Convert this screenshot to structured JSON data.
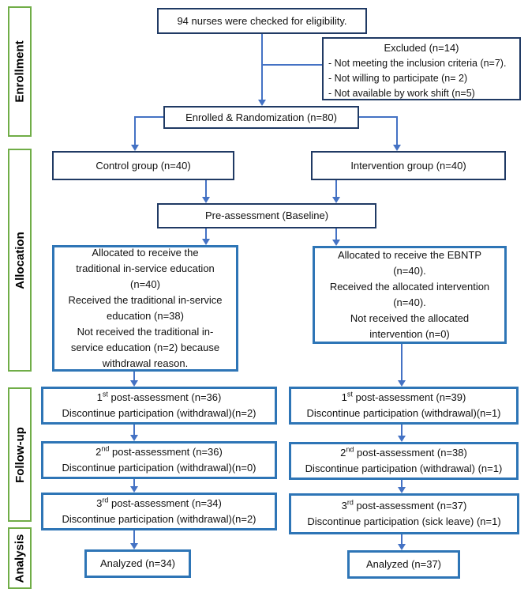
{
  "colors": {
    "connector_blue": "#4472C4",
    "dark_box_border": "#203A64",
    "light_box_border": "#2E75B6",
    "stage_label_green": "#70AD47"
  },
  "stages": [
    {
      "label": "Enrollment"
    },
    {
      "label": "Allocation"
    },
    {
      "label": "Follow-up"
    },
    {
      "label": "Analysis"
    }
  ],
  "boxes": {
    "eligibility": {
      "text": "94 nurses were checked for eligibility."
    },
    "excluded": {
      "title": "Excluded (n=14)",
      "items": [
        "- Not meeting the inclusion criteria (n=7).",
        "- Not willing to participate (n= 2)",
        "- Not available by work shift (n=5)"
      ]
    },
    "enrolled": {
      "text": "Enrolled & Randomization (n=80)"
    },
    "control": {
      "text": "Control group (n=40)"
    },
    "intervention": {
      "text": "Intervention group (n=40)"
    },
    "pre_assessment": {
      "text": "Pre-assessment (Baseline)"
    },
    "alloc_left": {
      "lines": [
        "Allocated to receive the",
        "traditional in-service education",
        "(n=40)",
        "Received the traditional in-service",
        "education (n=38)",
        "Not received the traditional in-",
        "service education (n=2) because",
        "withdrawal reason."
      ]
    },
    "alloc_right": {
      "lines": [
        "Allocated to receive the EBNTP",
        "(n=40).",
        "Received the allocated intervention",
        "(n=40).",
        "Not received the allocated",
        "intervention (n=0)"
      ]
    },
    "analyzed_left": {
      "text": "Analyzed (n=34)"
    },
    "analyzed_right": {
      "text": "Analyzed (n=37)"
    }
  },
  "followup": {
    "rows": [
      {
        "left": {
          "ord": "1",
          "sup": "st",
          "rest": " post-assessment (n=36)",
          "line2": "Discontinue participation (withdrawal)(n=2)"
        },
        "right": {
          "ord": "1",
          "sup": "st",
          "rest": " post-assessment (n=39)",
          "line2": "Discontinue participation (withdrawal)(n=1)"
        }
      },
      {
        "left": {
          "ord": "2",
          "sup": "nd",
          "rest": " post-assessment (n=36)",
          "line2": "Discontinue participation (withdrawal)(n=0)"
        },
        "right": {
          "ord": "2",
          "sup": "nd",
          "rest": " post-assessment (n=38)",
          "line2": "Discontinue participation (withdrawal) (n=1)"
        }
      },
      {
        "left": {
          "ord": "3",
          "sup": "rd",
          "rest": " post-assessment (n=34)",
          "line2": "Discontinue participation (withdrawal)(n=2)"
        },
        "right": {
          "ord": "3",
          "sup": "rd",
          "rest": " post-assessment (n=37)",
          "line2": "Discontinue participation (sick leave) (n=1)"
        }
      }
    ]
  }
}
